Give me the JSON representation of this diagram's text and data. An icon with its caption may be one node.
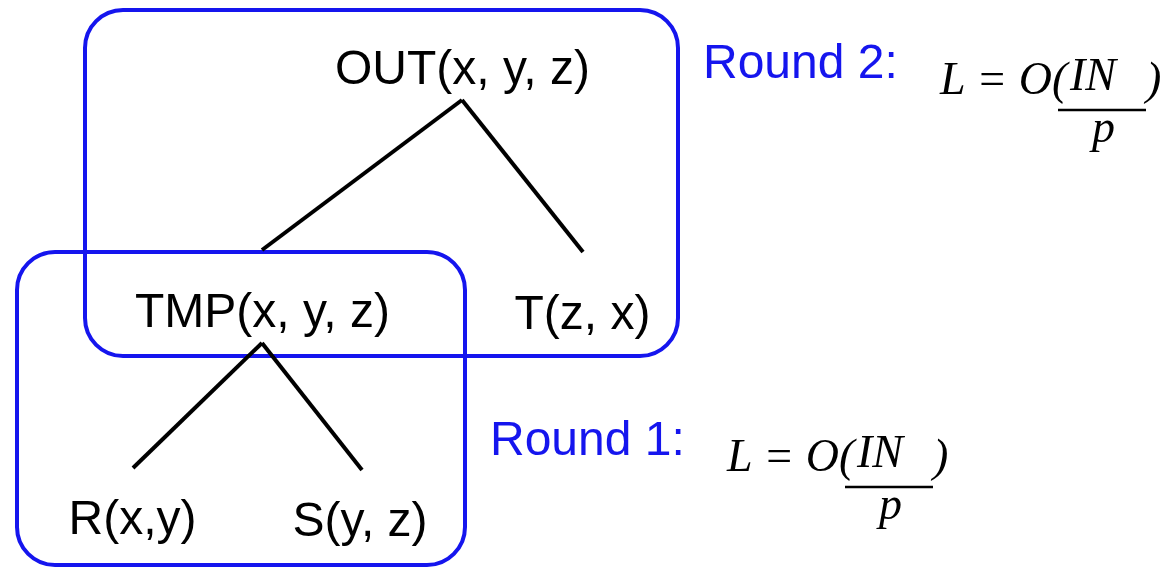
{
  "diagram": {
    "nodes": [
      {
        "text": [],
        "shape": "box",
        "beside": [
          "Round 2:",
          "L = O(",
          "IN",
          "p",
          ")"
        ]
      },
      {
        "text": [
          "OUT(x, y, z)"
        ],
        "in": 0
      },
      {
        "text": [
          "TMP(x, y, z)"
        ]
      },
      {
        "text": [
          "T(z, x)"
        ],
        "in": 0
      },
      {
        "text": [],
        "shape": "box",
        "beside": [
          "Round 1:",
          "L = O(",
          "IN",
          "p",
          ")"
        ]
      },
      {
        "text": [
          "R(x,y)"
        ],
        "in": 4
      },
      {
        "text": [
          "S(y, z)"
        ],
        "in": 4
      }
    ],
    "edges": [
      {
        "from": 1,
        "to": 2,
        "arrow": "none"
      },
      {
        "from": 1,
        "to": 3,
        "arrow": "none"
      },
      {
        "from": 2,
        "to": 5,
        "arrow": "none"
      },
      {
        "from": 2,
        "to": 6,
        "arrow": "none"
      }
    ]
  }
}
